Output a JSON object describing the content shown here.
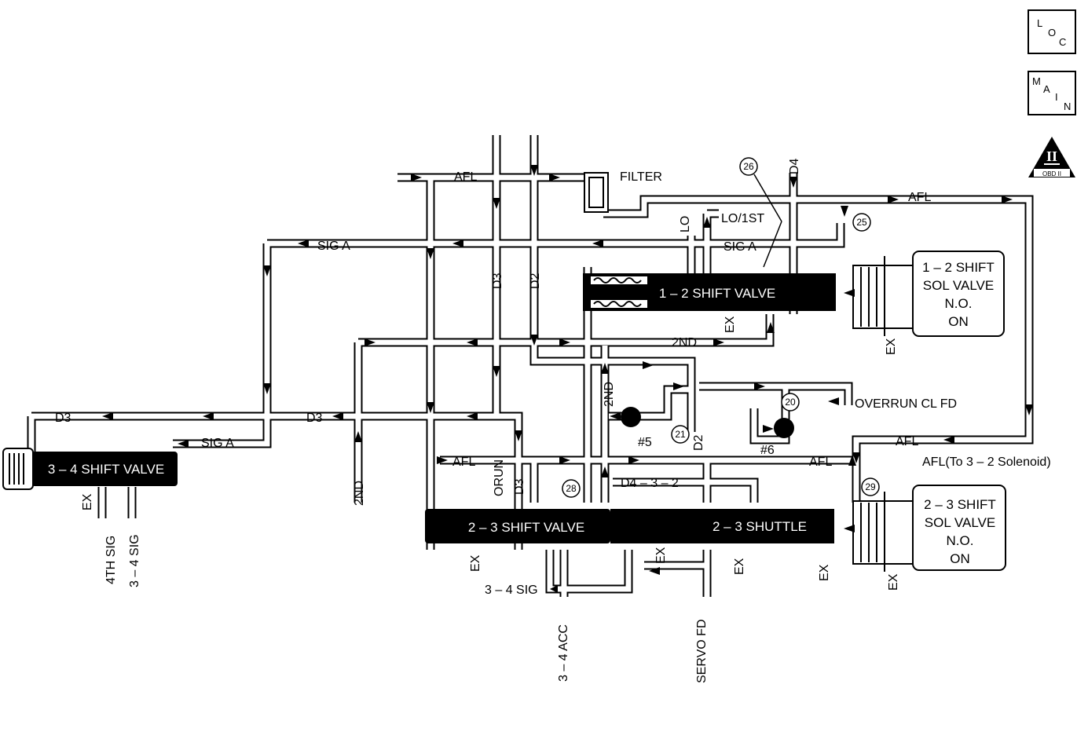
{
  "nav": {
    "loc": {
      "l1": "L",
      "l2": "O",
      "l3": "C"
    },
    "main": {
      "l1": "M",
      "l2": "A",
      "l3": "I",
      "l4": "N"
    },
    "obd": {
      "numeral": "II",
      "caption": "OBD II"
    }
  },
  "valves": {
    "v12": "1 – 2 SHIFT VALVE",
    "v23": "2 – 3 SHIFT VALVE",
    "shuttle": "2 – 3 SHUTTLE",
    "v34": "3 – 4 SHIFT VALVE"
  },
  "solenoids": {
    "s12": {
      "l1": "1 – 2 SHIFT",
      "l2": "SOL VALVE",
      "l3": "N.O.",
      "l4": "ON"
    },
    "s23": {
      "l1": "2 – 3 SHIFT",
      "l2": "SOL VALVE",
      "l3": "N.O.",
      "l4": "ON"
    }
  },
  "labels": {
    "afl_top": "AFL",
    "filter": "FILTER",
    "afl_right": "AFL",
    "lo": "LO",
    "lo1st": "LO/1ST",
    "siga_top": "SIG A",
    "siga_mid": "SIG A",
    "siga_left": "SIG A",
    "d4": "D4",
    "d3_v": "D3",
    "d2_v": "D2",
    "second_h": "2ND",
    "second_v1": "2ND",
    "second_v2": "2ND",
    "d3_left": "D3",
    "d3_mid": "D3",
    "overrun": "OVERRUN CL FD",
    "num5": "#5",
    "num6": "#6",
    "d2_v2": "D2",
    "afl_mid": "AFL",
    "afl_mid2": "AFL",
    "afl_sol": "AFL",
    "afl_to32": "AFL(To 3 – 2 Solenoid)",
    "orun": "ORUN",
    "d3_v2": "D3",
    "d432": "D4 – 3 – 2",
    "sig34_h": "3 – 4 SIG",
    "acc34": "3 – 4 ACC",
    "servo": "SERVO FD",
    "sig4th": "4TH SIG",
    "sig34_v": "3 – 4 SIG",
    "ex1": "EX",
    "ex2": "EX",
    "ex3": "EX",
    "ex4": "EX",
    "ex5": "EX",
    "ex6": "EX",
    "ex7": "EX",
    "ex8": "EX"
  },
  "callouts": {
    "c20": "20",
    "c21": "21",
    "c25": "25",
    "c26": "26",
    "c28": "28",
    "c29": "29"
  }
}
